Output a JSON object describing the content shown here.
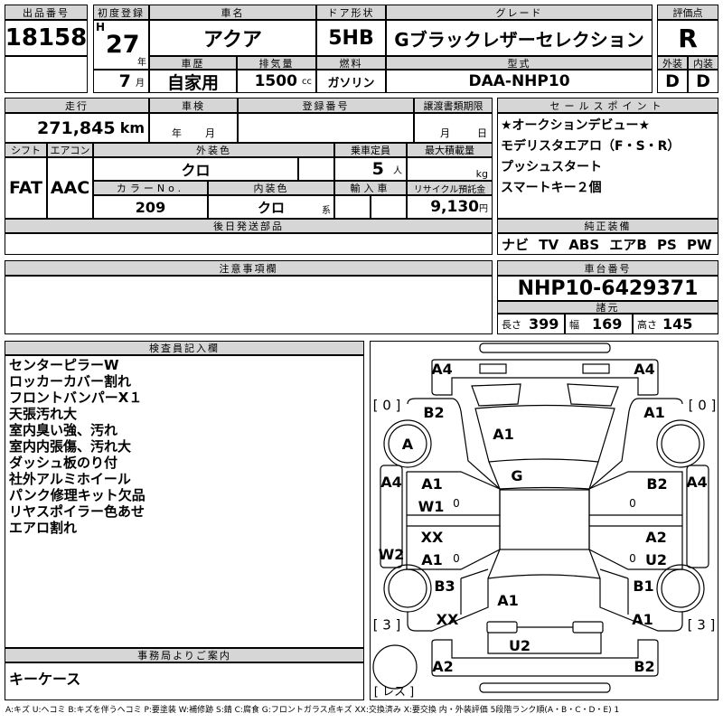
{
  "lot": {
    "label": "出品番号",
    "value": "18158"
  },
  "first_reg": {
    "label": "初度登録",
    "era": "H",
    "year": "27",
    "year_unit": "年",
    "month": "7",
    "month_unit": "月"
  },
  "car_name": {
    "label": "車名",
    "value": "アクア"
  },
  "door": {
    "label": "ドア形状",
    "value": "5HB"
  },
  "grade": {
    "label": "グレード",
    "value": "Gブラックレザーセレクション"
  },
  "score": {
    "label": "評価点",
    "value": "R",
    "ext_label": "外装",
    "int_label": "内装",
    "ext": "D",
    "int": "D"
  },
  "history": {
    "label": "車歴",
    "value": "自家用"
  },
  "displacement": {
    "label": "排気量",
    "value": "1500",
    "unit": "cc"
  },
  "fuel": {
    "label": "燃料",
    "value": "ガソリン"
  },
  "model": {
    "label": "型式",
    "value": "DAA-NHP10"
  },
  "mileage": {
    "label": "走行",
    "value": "271,845",
    "unit": "km"
  },
  "inspection": {
    "label": "車検",
    "year_unit": "年",
    "month_unit": "月"
  },
  "reg_no": {
    "label": "登録番号"
  },
  "transfer": {
    "label": "譲渡書類期限",
    "month_unit": "月",
    "day_unit": "日"
  },
  "shift": {
    "label": "シフト",
    "value": "FAT"
  },
  "aircon": {
    "label": "エアコン",
    "value": "AAC"
  },
  "ext_color": {
    "label": "外装色",
    "value": "クロ"
  },
  "capacity": {
    "label": "乗車定員",
    "value": "5",
    "unit": "人"
  },
  "max_load": {
    "label": "最大積載量",
    "unit": "kg"
  },
  "color_no": {
    "label": "カラーNo.",
    "value": "209"
  },
  "int_color": {
    "label": "内装色",
    "value": "クロ",
    "suffix": "系"
  },
  "import": {
    "label": "輸入車"
  },
  "recycle": {
    "label": "リサイクル預託金",
    "value": "9,130",
    "unit": "円"
  },
  "later_parts": {
    "label": "後日発送部品"
  },
  "sales_points": {
    "label": "セールスポイント",
    "items": [
      "★オークションデビュー★",
      "モデリスタエアロ（F・S・R）",
      "プッシュスタート",
      "スマートキー２個"
    ]
  },
  "equipment": {
    "label": "純正装備",
    "value": "ナビ TV ABS エアB PS PW"
  },
  "notes": {
    "label": "注意事項欄"
  },
  "chassis": {
    "label": "車台番号",
    "value": "NHP10-6429371"
  },
  "specs": {
    "label": "諸元",
    "length_label": "長さ",
    "length": "399",
    "width_label": "幅",
    "width": "169",
    "height_label": "高さ",
    "height": "145"
  },
  "inspector": {
    "label": "検査員記入欄",
    "items": [
      "センターピラーW",
      "ロッカーカバー割れ",
      "フロントバンパーX１",
      "天張汚れ大",
      "室内臭い強、汚れ",
      "室内内張傷、汚れ大",
      "ダッシュ板のり付",
      "社外アルミホイール",
      "パンク修理キット欠品",
      "リヤスポイラー色あせ",
      "エアロ割れ"
    ]
  },
  "office": {
    "label": "事務局よりご案内",
    "value": "キーケース"
  },
  "diagram": {
    "labels": [
      "A4",
      "A4",
      "[ 0 ]",
      "[ 0 ]",
      "B2",
      "A1",
      "A",
      "A1",
      "G",
      "A4",
      "A1",
      "W1",
      "0",
      "B2",
      "0",
      "A4",
      "XX",
      "W2",
      "A1",
      "0",
      "A2",
      "U2",
      "0",
      "B3",
      "A1",
      "B1",
      "XX",
      "A1",
      "[ 3 ]",
      "[ 3 ]",
      "U2",
      "A2",
      "B2",
      "[ レス ]"
    ]
  },
  "legend": "A:キズ U:ヘコミ B:キズを伴うヘコミ P:要塗装 W:補修跡 S:錆 C:腐食 G:フロントガラス点キズ XX:交換済み X:要交換 内・外装評価 5段階ランク順(A・B・C・D・E) 1"
}
